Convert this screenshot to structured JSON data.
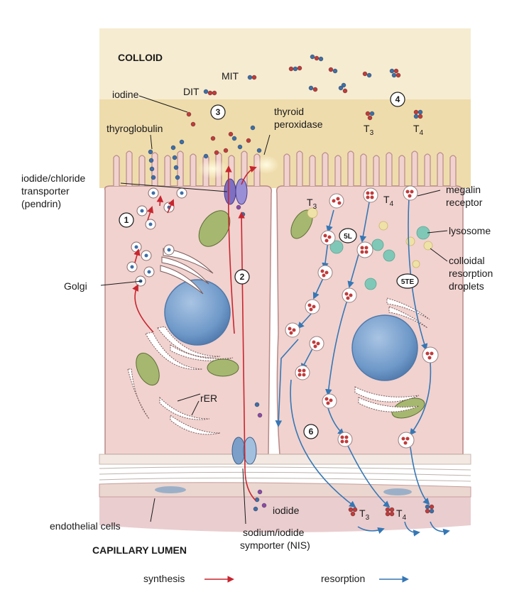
{
  "labels": {
    "colloid": "COLLOID",
    "mit": "MIT",
    "dit": "DIT",
    "iodine": "iodine",
    "thyroglobulin": "thyroglobulin",
    "thyroid_peroxidase": [
      "thyroid",
      "peroxidase"
    ],
    "pendrin": [
      "iodide/chloride",
      "transporter",
      "(pendrin)"
    ],
    "golgi": "Golgi",
    "rer": "rER",
    "megalin": [
      "megalin",
      "receptor"
    ],
    "lysosome": "lysosome",
    "droplets": [
      "colloidal",
      "resorption",
      "droplets"
    ],
    "endothelial": "endothelial cells",
    "iodide": "iodide",
    "nis": [
      "sodium/iodide",
      "symporter (NIS)"
    ],
    "capillary": "CAPILLARY LUMEN",
    "t3": "T",
    "t3_sub": "3",
    "t4": "T",
    "t4_sub": "4"
  },
  "steps": {
    "s1": "1",
    "s2": "2",
    "s3": "3",
    "s4": "4",
    "s5l": "5L",
    "s5te": "5TE",
    "s6": "6"
  },
  "legend": {
    "synthesis": "synthesis",
    "resorption": "resorption"
  },
  "colors": {
    "colloid": "#eedcab",
    "cell": "#f1d2cf",
    "cell_border": "#b78a88",
    "nucleus": "#6f99c9",
    "synthesis_arrow": "#c8252e",
    "resorption_arrow": "#3577b5",
    "lysosome": "#7fc8b8",
    "droplet": "#efe2a8",
    "iodine_red": "#c23a3a",
    "iodine_blue": "#3d6ea8",
    "capillary": "#d9a4a8"
  }
}
